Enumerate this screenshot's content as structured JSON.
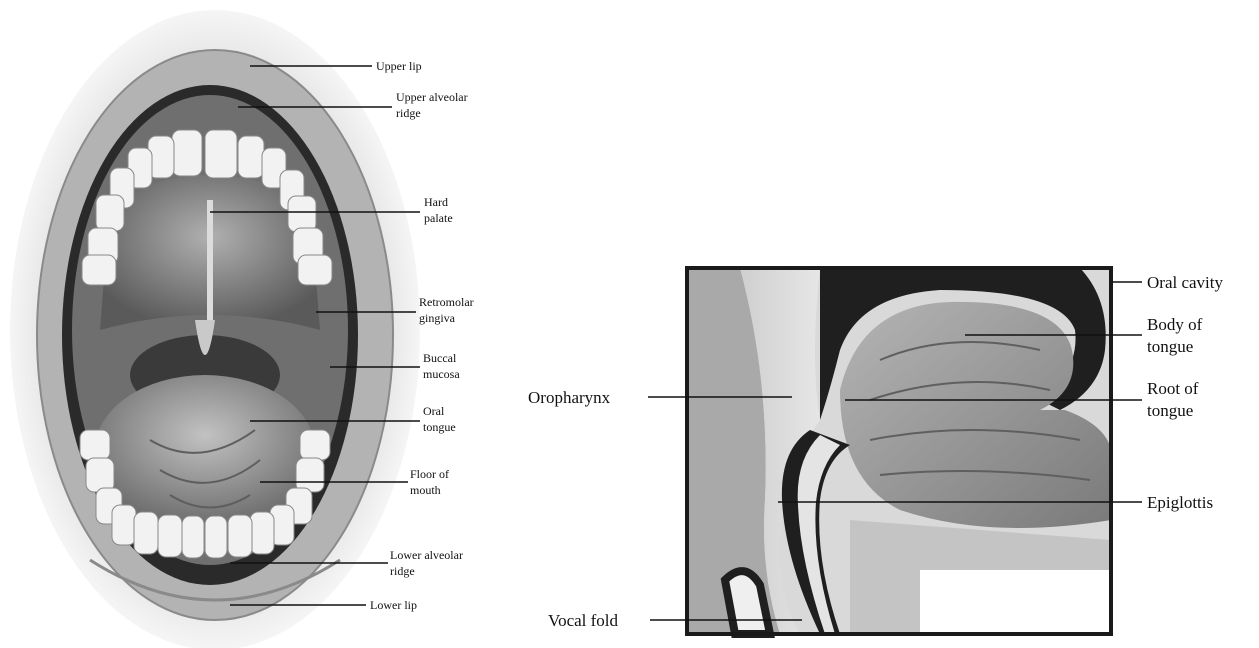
{
  "mouth_view": {
    "labels": {
      "upper_lip": [
        "Upper lip"
      ],
      "upper_alveolar_ridge": [
        "Upper alveolar",
        "ridge"
      ],
      "hard_palate": [
        "Hard",
        "palate"
      ],
      "retromolar_gingiva": [
        "Retromolar",
        "gingiva"
      ],
      "buccal_mucosa": [
        "Buccal",
        "mucosa"
      ],
      "oral_tongue": [
        "Oral",
        "tongue"
      ],
      "floor_of_mouth": [
        "Floor of",
        "mouth"
      ],
      "lower_alveolar_ridge": [
        "Lower alveolar",
        "ridge"
      ],
      "lower_lip": [
        "Lower lip"
      ]
    }
  },
  "sagittal_view": {
    "labels": {
      "oral_cavity": [
        "Oral cavity"
      ],
      "body_of_tongue": [
        "Body of",
        "tongue"
      ],
      "root_of_tongue": [
        "Root of",
        "tongue"
      ],
      "epiglottis": [
        "Epiglottis"
      ],
      "oropharynx": [
        "Oropharynx"
      ],
      "vocal_fold": [
        "Vocal fold"
      ]
    }
  },
  "colors": {
    "ink": "#111111",
    "lip": "#b9b9b9",
    "cavity": "#2a2a2a",
    "tissue": "#8f8f8f",
    "teeth": "#f2f2f2",
    "tongue": "#9e9e9e"
  }
}
